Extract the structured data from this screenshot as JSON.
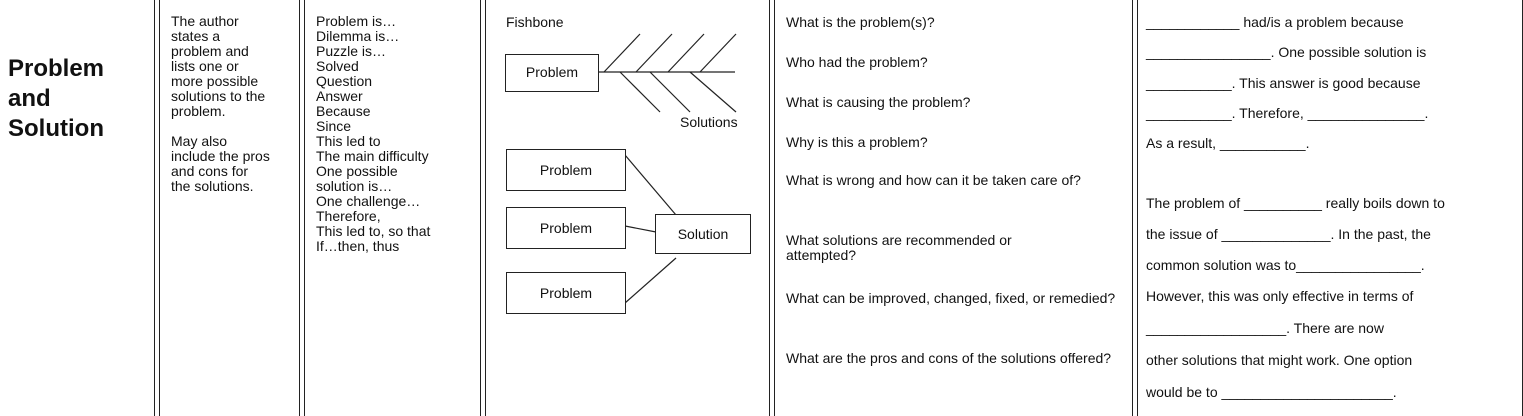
{
  "row_title": [
    "Problem",
    "and",
    "Solution"
  ],
  "description": [
    "The author",
    "states a",
    "problem and",
    "lists one or",
    "more possible",
    "solutions to the",
    "problem.",
    "",
    "May also",
    "include the pros",
    "and cons for",
    "the solutions."
  ],
  "signal_words": [
    "Problem is…",
    "Dilemma is…",
    "Puzzle is…",
    "Solved",
    "Question",
    "Answer",
    "Because",
    "Since",
    "This led to",
    "The main difficulty",
    "One possible",
    "solution is…",
    "One challenge…",
    "Therefore,",
    "This led to, so that",
    "If…then, thus"
  ],
  "graphic": {
    "label": "Fishbone",
    "fishbone_problem": "Problem",
    "fishbone_solutions": "Solutions",
    "problem_boxes": [
      "Problem",
      "Problem",
      "Problem"
    ],
    "solution_box": "Solution"
  },
  "questions": [
    "What is the problem(s)?",
    "Who had the problem?",
    "What is causing the problem?",
    "Why is this a problem?",
    "What is wrong and how can it be taken care of?",
    "What solutions are recommended or attempted?",
    "What can be improved, changed, fixed, or remedied?",
    "What are the pros and cons of the solutions offered?"
  ],
  "frames": [
    "____________ had/is a problem because",
    "________________.  One possible solution is",
    "___________.  This answer is good because",
    "___________.  Therefore, _______________.",
    "As a result, ___________.",
    "",
    "The problem of __________ really boils down to",
    "the issue of ______________.  In the past, the",
    "common solution was to________________.",
    "However, this was only effective in terms of",
    "__________________.  There are now",
    "other solutions that might work.  One option",
    "would be to ______________________."
  ]
}
